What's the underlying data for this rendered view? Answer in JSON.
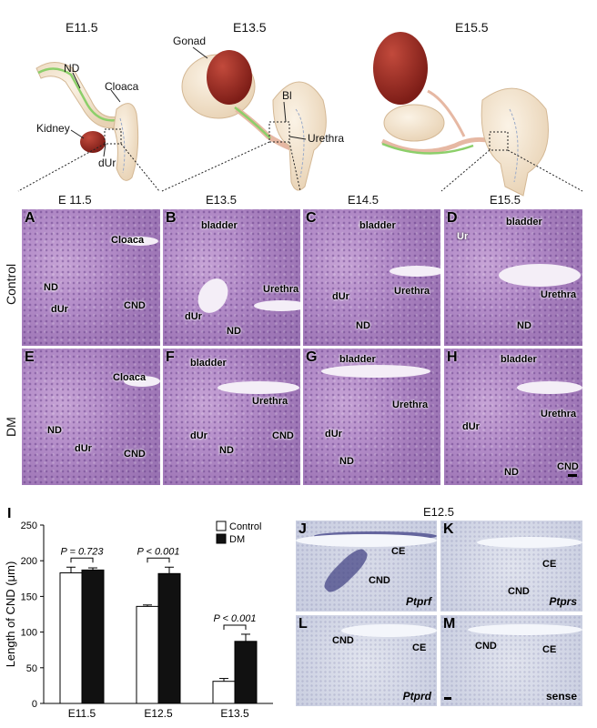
{
  "stages_top": [
    "E11.5",
    "E13.5",
    "E15.5"
  ],
  "diagram_labels": {
    "nd": "ND",
    "cloaca": "Cloaca",
    "kidney": "Kidney",
    "dur": "dUr",
    "gonad": "Gonad",
    "bl": "Bl",
    "urethra": "Urethra"
  },
  "histology_stages": [
    "E 11.5",
    "E13.5",
    "E14.5",
    "E15.5"
  ],
  "row_labels": [
    "Control",
    "DM"
  ],
  "panels": [
    {
      "letter": "A",
      "labels": [
        "Cloaca",
        "ND",
        "dUr",
        "CND"
      ]
    },
    {
      "letter": "B",
      "labels": [
        "bladder",
        "Urethra",
        "dUr",
        "ND"
      ]
    },
    {
      "letter": "C",
      "labels": [
        "bladder",
        "Urethra",
        "dUr",
        "ND"
      ]
    },
    {
      "letter": "D",
      "labels": [
        "bladder",
        "Ur",
        "Urethra",
        "ND"
      ]
    },
    {
      "letter": "E",
      "labels": [
        "Cloaca",
        "ND",
        "dUr",
        "CND"
      ]
    },
    {
      "letter": "F",
      "labels": [
        "bladder",
        "Urethra",
        "dUr",
        "ND",
        "CND"
      ]
    },
    {
      "letter": "G",
      "labels": [
        "bladder",
        "Urethra",
        "dUr",
        "ND"
      ]
    },
    {
      "letter": "H",
      "labels": [
        "bladder",
        "Urethra",
        "dUr",
        "ND",
        "CND"
      ]
    }
  ],
  "panel_i_letter": "I",
  "ish_stage": "E12.5",
  "ish_panels": [
    {
      "letter": "J",
      "gene": "Ptprf",
      "labels": [
        "CE",
        "CND"
      ]
    },
    {
      "letter": "K",
      "gene": "Ptprs",
      "labels": [
        "CE",
        "CND"
      ]
    },
    {
      "letter": "L",
      "gene": "Ptprd",
      "labels": [
        "CND",
        "CE"
      ]
    },
    {
      "letter": "M",
      "gene": "sense",
      "labels": [
        "CND",
        "CE"
      ]
    }
  ],
  "chart_data": {
    "type": "bar",
    "categories": [
      "E11.5",
      "E12.5",
      "E13.5"
    ],
    "series": [
      {
        "name": "Control",
        "values": [
          183,
          136,
          31
        ],
        "errors": [
          8,
          2,
          4
        ],
        "color": "#ffffff"
      },
      {
        "name": "DM",
        "values": [
          187,
          182,
          87
        ],
        "errors": [
          3,
          9,
          10
        ],
        "color": "#111111"
      }
    ],
    "ylabel": "Length of CND (μm)",
    "xlabel": "",
    "ylim": [
      0,
      250
    ],
    "yticks": [
      0,
      50,
      100,
      150,
      200,
      250
    ],
    "pvalues": [
      "P = 0.723",
      "P < 0.001",
      "P < 0.001"
    ],
    "legend": "top-right"
  }
}
